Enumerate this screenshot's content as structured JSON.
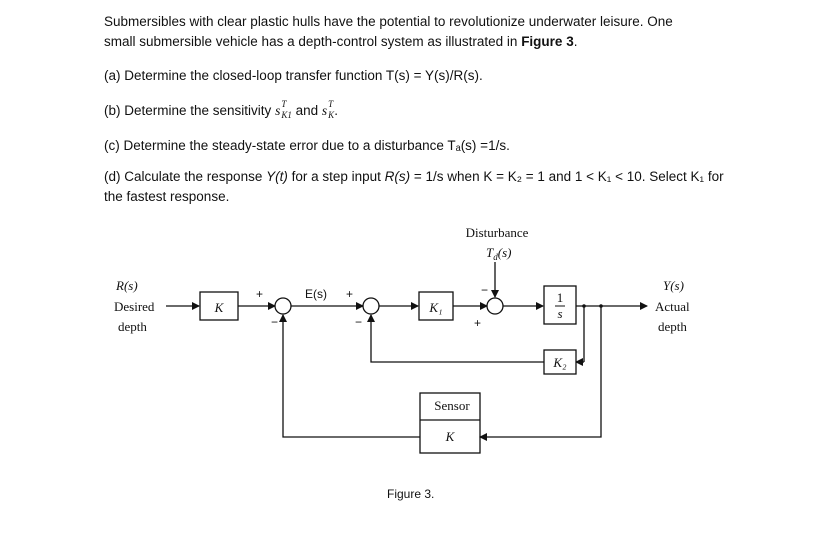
{
  "problem": {
    "intro_line1": "Submersibles with clear plastic hulls have the potential to revolutionize underwater leisure. One",
    "intro_line2_prefix": "small submersible vehicle has a depth-control system as illustrated in ",
    "intro_line2_ref": "Figure 3",
    "intro_line2_end": ".",
    "part_a": "(a) Determine the closed-loop transfer function T(s) = Y(s)/R(s).",
    "part_b_prefix": "(b) Determine the sensitivity ",
    "part_b_and": " and ",
    "part_b_end": ".",
    "part_c": "(c) Determine the steady-state error due to a disturbance Tₐ(s) =1/s.",
    "part_d_1": "(d) Calculate the response ",
    "part_d_y": "Y(t)",
    "part_d_2": " for a step input ",
    "part_d_r": "R(s)",
    "part_d_3": " = 1/s when K = K₂ = 1 and 1 < K₁ < 10. Select K₁ for",
    "part_d_line2": "the fastest response."
  },
  "diagram": {
    "input_label_1": "R(s)",
    "input_label_2": "Desired",
    "input_label_3": "depth",
    "output_label_1": "Y(s)",
    "output_label_2": "Actual",
    "output_label_3": "depth",
    "block_k": "K",
    "block_k1": "K₁",
    "block_integrator_num": "1",
    "block_integrator_den": "s",
    "block_k2": "K₂",
    "sensor_label": "Sensor",
    "sensor_block": "K",
    "error_label": "E(s)",
    "disturbance_label": "Disturbance",
    "disturbance_signal": "T_d(s)",
    "plus": "+",
    "minus": "−",
    "caption": "Figure 3."
  }
}
